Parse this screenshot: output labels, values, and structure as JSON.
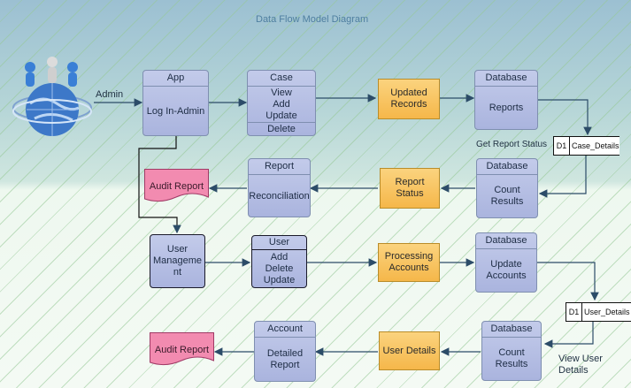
{
  "title": "Data Flow Model Diagram",
  "labels": {
    "admin": "Admin",
    "get_report_status": "Get Report Status",
    "view_user_details": "View User\nDetails"
  },
  "process_boxes": {
    "app": {
      "header": "App",
      "body": "Log In-Admin"
    },
    "case": {
      "header": "Case",
      "body": "View\nAdd\nUpdate",
      "footer": "Delete"
    },
    "db_reports": {
      "header": "Database",
      "body": "Reports"
    },
    "db_count_results": {
      "header": "Database",
      "body": "Count\nResults"
    },
    "report_reconciliation": {
      "header": "Report",
      "body": "Reconciliation"
    },
    "user_management": {
      "body": "User\nManageme\nnt"
    },
    "user": {
      "header": "User",
      "body": "Add\nDelete\nUpdate"
    },
    "db_update_accounts": {
      "header": "Database",
      "body": "Update\nAccounts"
    },
    "db_count_results_2": {
      "header": "Database",
      "body": "Count\nResults"
    },
    "account": {
      "header": "Account",
      "body": "Detailed\nReport"
    }
  },
  "flows": {
    "updated_records": "Updated\nRecords",
    "report_status": "Report\nStatus",
    "processing_accounts": "Processing\nAccounts",
    "user_details": "User Details"
  },
  "data_stores": {
    "case_details": {
      "id": "D1",
      "name": "Case_Details"
    },
    "user_details": {
      "id": "D1",
      "name": "User_Details"
    }
  },
  "documents": {
    "audit_report_1": "Audit Report",
    "audit_report_2": "Audit Report"
  },
  "colors": {
    "process_fill": "#b4bde3",
    "flow_fill": "#f9c663",
    "document_fill": "#f28bb0",
    "arrow": "#2c4c68"
  },
  "icons": {
    "logo": "globe-people-icon"
  }
}
